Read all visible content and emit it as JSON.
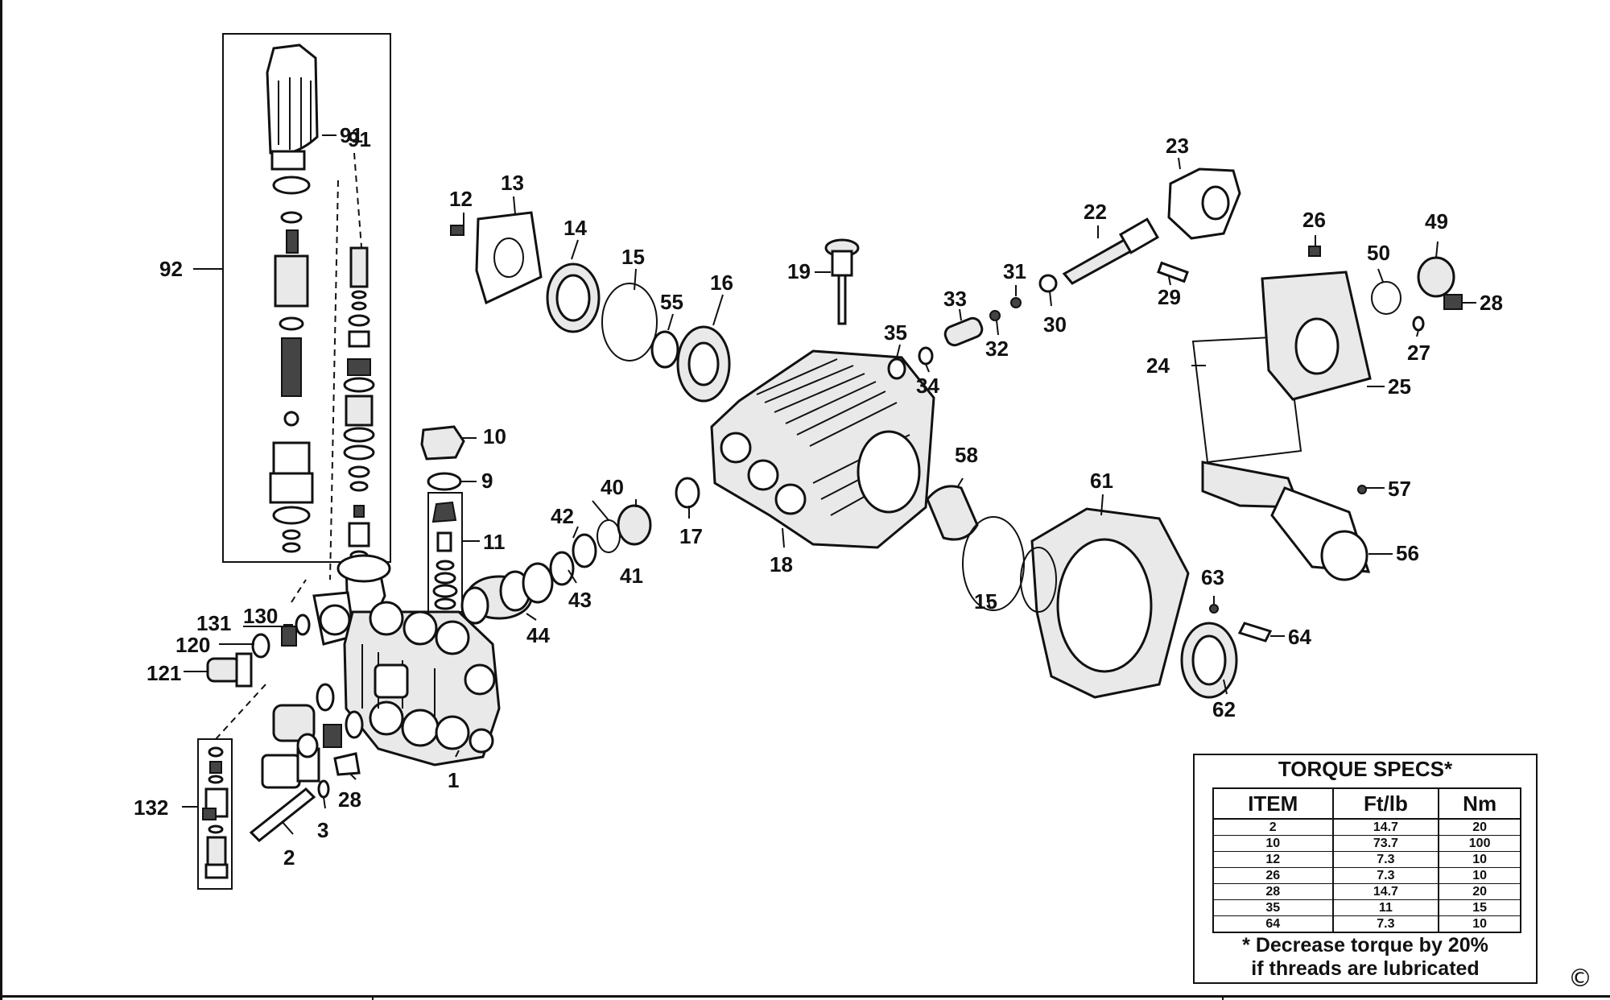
{
  "labels": {
    "l1": "1",
    "l2": "2",
    "l3": "3",
    "l9": "9",
    "l10": "10",
    "l11": "11",
    "l12": "12",
    "l13": "13",
    "l14": "14",
    "l15a": "15",
    "l15b": "15",
    "l16": "16",
    "l17": "17",
    "l18": "18",
    "l19": "19",
    "l22": "22",
    "l23": "23",
    "l24": "24",
    "l25": "25",
    "l26": "26",
    "l27": "27",
    "l28a": "28",
    "l28b": "28",
    "l29": "29",
    "l30": "30",
    "l31": "31",
    "l32": "32",
    "l33": "33",
    "l34": "34",
    "l35": "35",
    "l40": "40",
    "l41": "41",
    "l42": "42",
    "l43": "43",
    "l44": "44",
    "l49": "49",
    "l50": "50",
    "l55": "55",
    "l56": "56",
    "l57": "57",
    "l58": "58",
    "l61": "61",
    "l62": "62",
    "l63": "63",
    "l64": "64",
    "l91a": "91",
    "l91b": "91",
    "l92": "92",
    "l120": "120",
    "l121": "121",
    "l130": "130",
    "l131": "131",
    "l132": "132"
  },
  "torque_specs": {
    "title": "TORQUE SPECS*",
    "headers": [
      "ITEM",
      "Ft/lb",
      "Nm"
    ],
    "rows": [
      [
        "2",
        "14.7",
        "20"
      ],
      [
        "10",
        "73.7",
        "100"
      ],
      [
        "12",
        "7.3",
        "10"
      ],
      [
        "26",
        "7.3",
        "10"
      ],
      [
        "28",
        "14.7",
        "20"
      ],
      [
        "35",
        "11",
        "15"
      ],
      [
        "64",
        "7.3",
        "10"
      ]
    ],
    "note_line1": "* Decrease torque by 20%",
    "note_line2": "if threads are lubricated"
  },
  "copyright": "©"
}
